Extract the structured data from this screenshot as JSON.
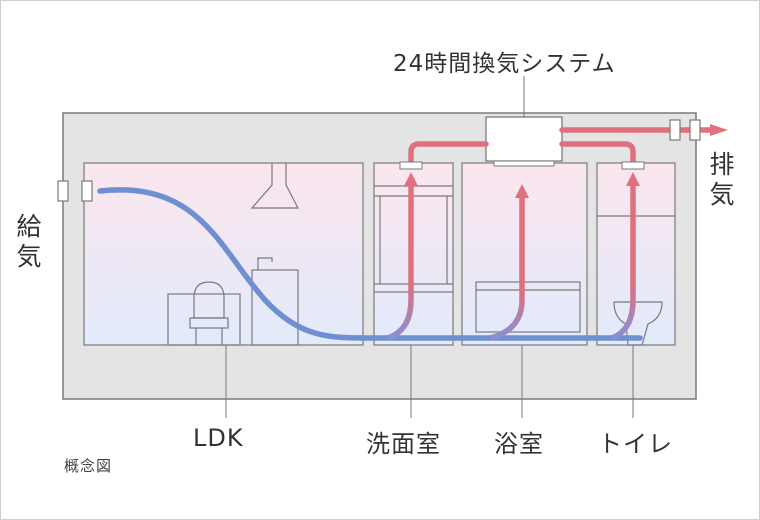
{
  "title": "24時間換気システム",
  "supply_label": "給\n気",
  "exhaust_label": "排\n気",
  "rooms": {
    "ldk": "LDK",
    "washroom": "洗面室",
    "bathroom": "浴室",
    "toilet": "トイレ"
  },
  "caption": "概念図",
  "colors": {
    "supply_air": "#3cb371",
    "fresh_air_flow": "#6f8fd0",
    "exhaust_air_flow": "#e0707e",
    "house_frame": "#e4e4e4",
    "room_fill_top": "#fbe6ee",
    "room_fill_bottom": "#e4ebfb"
  }
}
